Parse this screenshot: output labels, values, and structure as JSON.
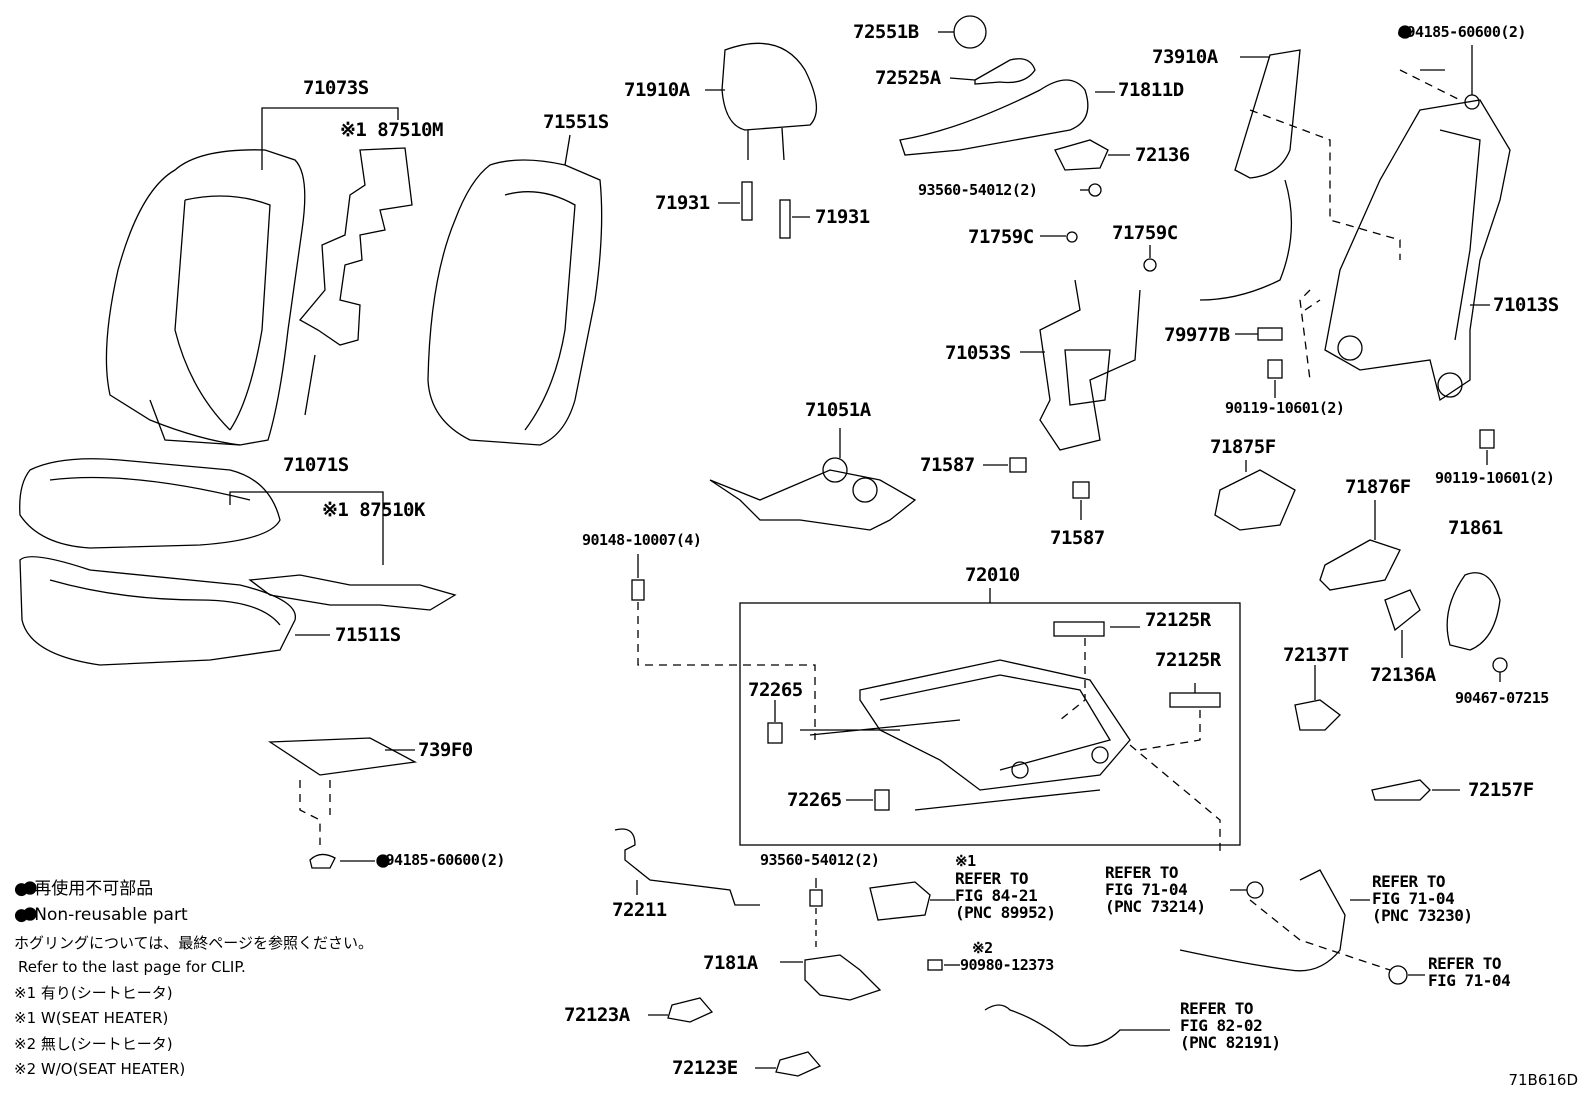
{
  "labels": {
    "p71073S": "71073S",
    "p87510M": "※1 87510M",
    "p71551S": "71551S",
    "p71910A": "71910A",
    "p72551B": "72551B",
    "p72525A": "72525A",
    "p71811D": "71811D",
    "p73910A": "73910A",
    "p94185a": "●94185-60600(2)",
    "p72136": "72136",
    "p93560a": "93560-54012(2)",
    "p71931a": "71931",
    "p71931b": "71931",
    "p71759Ca": "71759C",
    "p71759Cb": "71759C",
    "p71013S": "71013S",
    "p79977B": "79977B",
    "p71053S": "71053S",
    "p90119a": "90119-10601(2)",
    "p90119b": "90119-10601(2)",
    "p71051A": "71051A",
    "p71587a": "71587",
    "p71587b": "71587",
    "p71875F": "71875F",
    "p71876F": "71876F",
    "p71861": "71861",
    "p71071S": "71071S",
    "p87510K": "※1 87510K",
    "p90148": "90148-10007(4)",
    "p72010": "72010",
    "p72125Ra": "72125R",
    "p72125Rb": "72125R",
    "p72137T": "72137T",
    "p72136A": "72136A",
    "p90467": "90467-07215",
    "p71511S": "71511S",
    "p72265a": "72265",
    "p72265b": "72265",
    "p739F0": "739F0",
    "p72157F": "72157F",
    "p94185b": "●94185-60600(2)",
    "p93560b": "93560-54012(2)",
    "p72211": "72211",
    "p7181A": "7181A",
    "p72123A": "72123A",
    "p72123E": "72123E",
    "p90980": "90980-12373",
    "note1": "※1",
    "note2": "※2"
  },
  "refs": {
    "r8421": [
      "REFER TO",
      "FIG 84-21",
      "(PNC 89952)"
    ],
    "r7104a": [
      "REFER TO",
      "FIG 71-04",
      "(PNC 73214)"
    ],
    "r7104b": [
      "REFER TO",
      "FIG 71-04",
      "(PNC 73230)"
    ],
    "r7104c": [
      "REFER TO",
      "FIG 71-04"
    ],
    "r8202": [
      "REFER TO",
      "FIG 82-02",
      "(PNC 82191)"
    ]
  },
  "legend": {
    "jp_nonreusable": "● 再使用不可部品",
    "en_nonreusable": "● Non-reusable part",
    "jp_clip": "ホグリングについては、最終ページを参照ください。",
    "en_clip": "Refer to the last page for CLIP.",
    "jp_w": "※1 有り(シートヒータ)",
    "en_w": "※1 W(SEAT HEATER)",
    "jp_wo": "※2 無し(シートヒータ)",
    "en_wo": "※2 W/O(SEAT HEATER)"
  },
  "figure_id": "71B616D"
}
